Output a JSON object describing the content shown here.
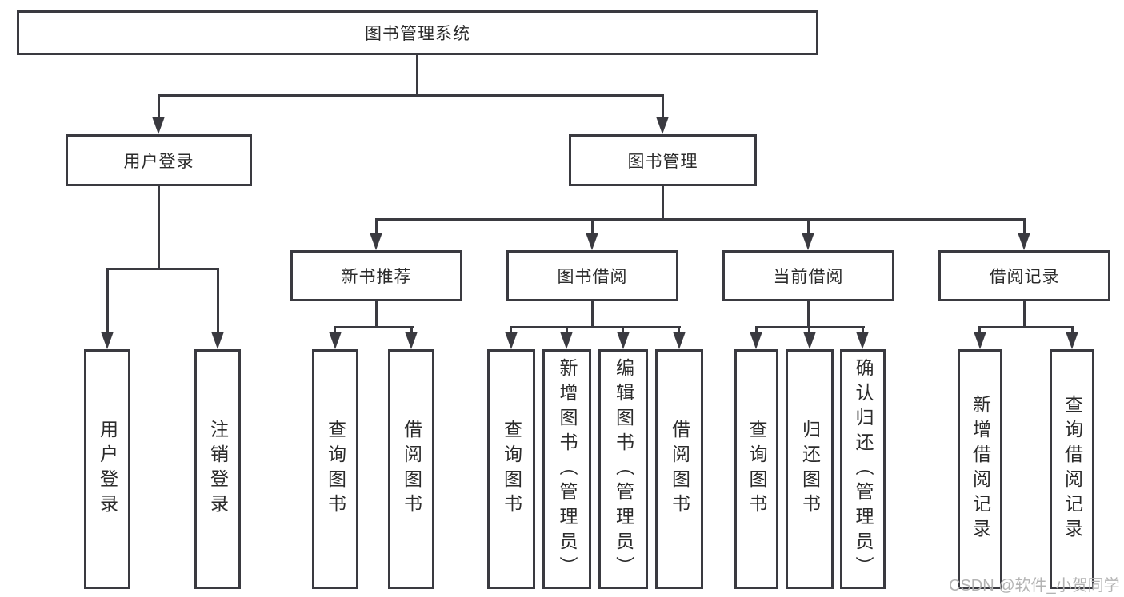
{
  "diagram": {
    "root": {
      "label": "图书管理系统"
    },
    "level2": [
      {
        "label": "用户登录"
      },
      {
        "label": "图书管理"
      }
    ],
    "level3": [
      {
        "label": "新书推荐"
      },
      {
        "label": "图书借阅"
      },
      {
        "label": "当前借阅"
      },
      {
        "label": "借阅记录"
      }
    ],
    "leaves": [
      {
        "label": "用户登录"
      },
      {
        "label": "注销登录"
      },
      {
        "label": "查询图书"
      },
      {
        "label": "借阅图书"
      },
      {
        "label": "查询图书"
      },
      {
        "label": "新增图书（管理员）"
      },
      {
        "label": "编辑图书（管理员）"
      },
      {
        "label": "借阅图书"
      },
      {
        "label": "查询图书"
      },
      {
        "label": "归还图书"
      },
      {
        "label": "确认归还（管理员）"
      },
      {
        "label": "新增借阅记录"
      },
      {
        "label": "查询借阅记录"
      }
    ],
    "watermark": "CSDN @软件_小贺同学",
    "colors": {
      "line": "#3a3a40",
      "text": "#2b2b2b",
      "watermark": "#b3b3b3",
      "background": "#ffffff"
    }
  }
}
